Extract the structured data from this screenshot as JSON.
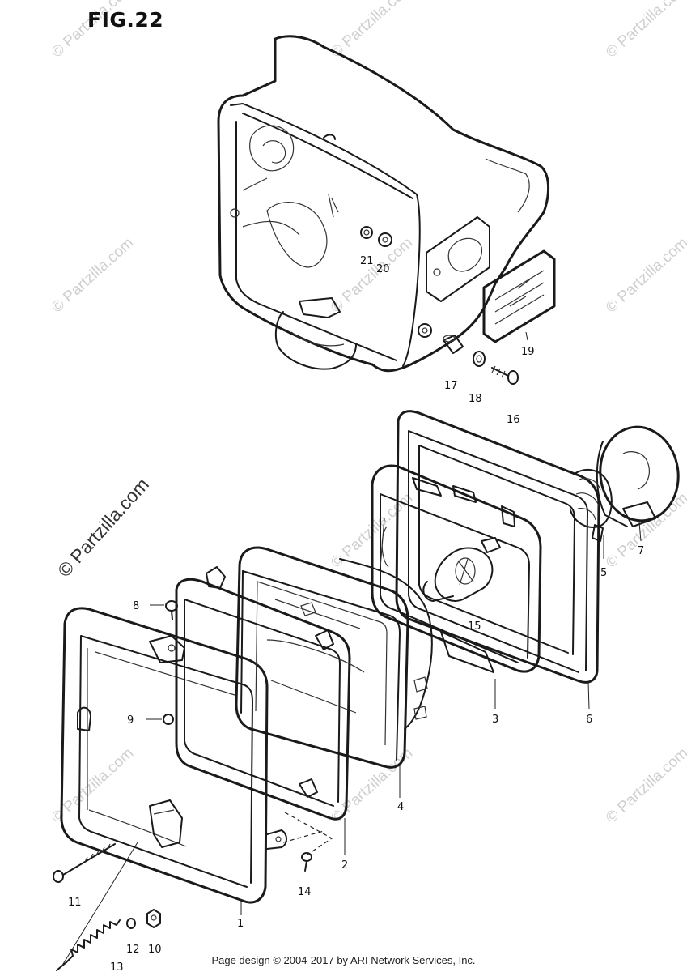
{
  "figure": {
    "title": "FIG.22"
  },
  "watermark": {
    "text": "© Partzilla.com"
  },
  "footer": {
    "text": "Page design © 2004-2017 by ARI Network Services, Inc."
  },
  "callouts": [
    {
      "id": "21",
      "label": "21"
    },
    {
      "id": "20",
      "label": "20"
    },
    {
      "id": "19",
      "label": "19"
    },
    {
      "id": "17",
      "label": "17"
    },
    {
      "id": "18",
      "label": "18"
    },
    {
      "id": "16",
      "label": "16"
    },
    {
      "id": "7",
      "label": "7"
    },
    {
      "id": "5",
      "label": "5"
    },
    {
      "id": "15",
      "label": "15"
    },
    {
      "id": "8",
      "label": "8"
    },
    {
      "id": "9",
      "label": "9"
    },
    {
      "id": "3",
      "label": "3"
    },
    {
      "id": "6",
      "label": "6"
    },
    {
      "id": "4",
      "label": "4"
    },
    {
      "id": "2",
      "label": "2"
    },
    {
      "id": "14",
      "label": "14"
    },
    {
      "id": "11",
      "label": "11"
    },
    {
      "id": "1",
      "label": "1"
    },
    {
      "id": "12",
      "label": "12"
    },
    {
      "id": "10",
      "label": "10"
    },
    {
      "id": "13",
      "label": "13"
    }
  ]
}
